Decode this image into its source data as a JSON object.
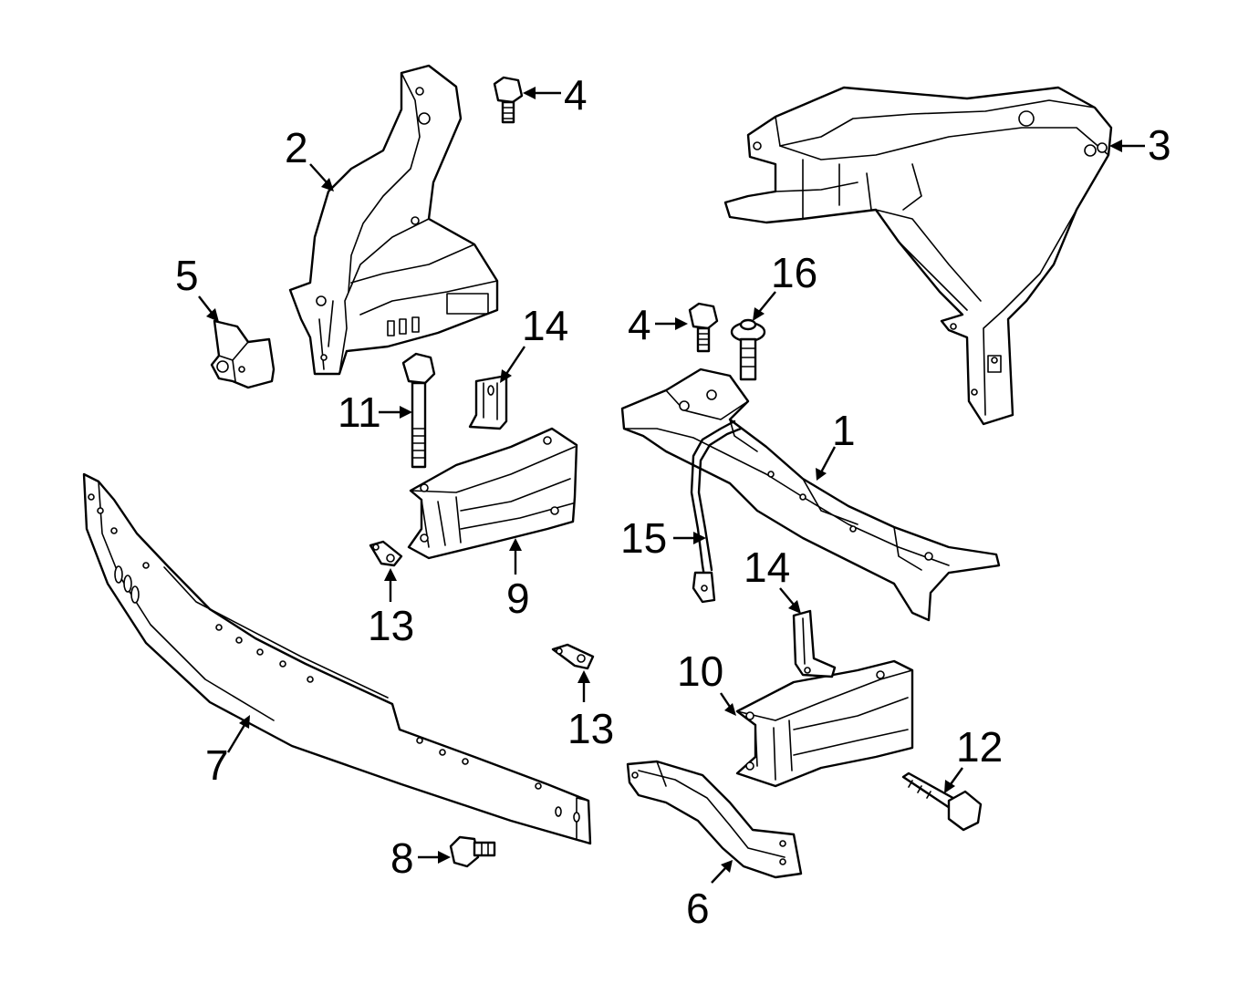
{
  "callouts": [
    {
      "id": "c1",
      "label": "1"
    },
    {
      "id": "c2",
      "label": "2"
    },
    {
      "id": "c3",
      "label": "3"
    },
    {
      "id": "c4a",
      "label": "4"
    },
    {
      "id": "c4b",
      "label": "4"
    },
    {
      "id": "c5",
      "label": "5"
    },
    {
      "id": "c6",
      "label": "6"
    },
    {
      "id": "c7",
      "label": "7"
    },
    {
      "id": "c8",
      "label": "8"
    },
    {
      "id": "c9",
      "label": "9"
    },
    {
      "id": "c10",
      "label": "10"
    },
    {
      "id": "c11",
      "label": "11"
    },
    {
      "id": "c12",
      "label": "12"
    },
    {
      "id": "c13a",
      "label": "13"
    },
    {
      "id": "c13b",
      "label": "13"
    },
    {
      "id": "c14a",
      "label": "14"
    },
    {
      "id": "c14b",
      "label": "14"
    },
    {
      "id": "c15",
      "label": "15"
    },
    {
      "id": "c16",
      "label": "16"
    }
  ]
}
